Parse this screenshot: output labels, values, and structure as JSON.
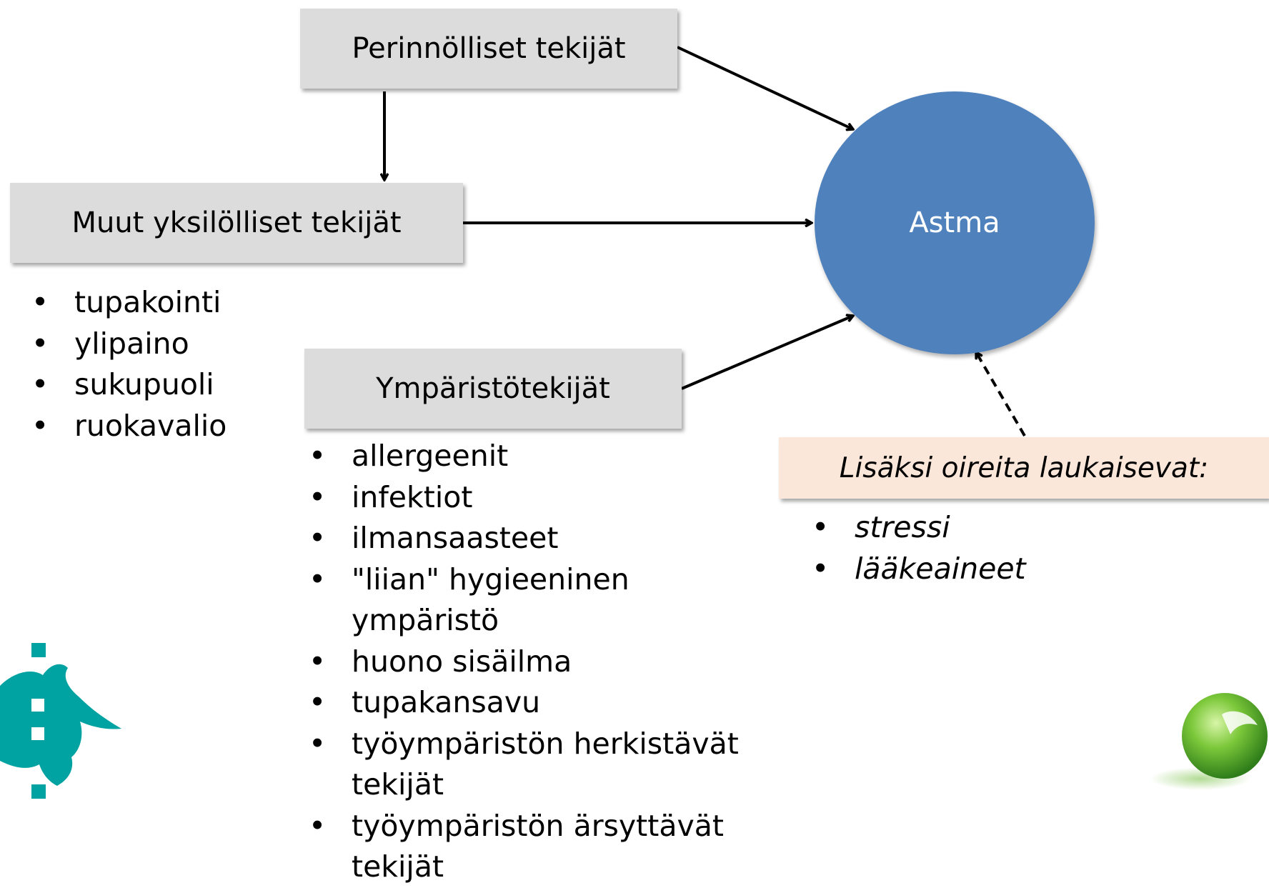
{
  "nodes": {
    "perinnolliset": "Perinnölliset tekijät",
    "muut_yksilolliset": "Muut yksilölliset tekijät",
    "ymparistotekijat": "Ympäristötekijät",
    "astma": "Astma",
    "lisaksi": "Lisäksi oireita laukaisevat:"
  },
  "lists": {
    "muut": [
      "tupakointi",
      "ylipaino",
      "sukupuoli",
      "ruokavalio"
    ],
    "ymparisto": [
      "allergeenit",
      "infektiot",
      "ilmansaasteet",
      "\"liian\" hygieeninen ympäristö",
      "huono sisäilma",
      "tupakansavu",
      "työympäristön herkistävät tekijät",
      "työympäristön ärsyttävät tekijät"
    ],
    "lisaksi": [
      "stressi",
      "lääkeaineet"
    ]
  },
  "colors": {
    "astma_circle": "#4f81bd",
    "factor_box": "#dcdcdc",
    "trigger_box": "#fbe7da",
    "logo_teal": "#00a3a1",
    "globe_green": "#5cb531"
  },
  "icons": {
    "left_logo": "helsinki-university-flame-logo",
    "right_logo": "green-globe-logo"
  }
}
